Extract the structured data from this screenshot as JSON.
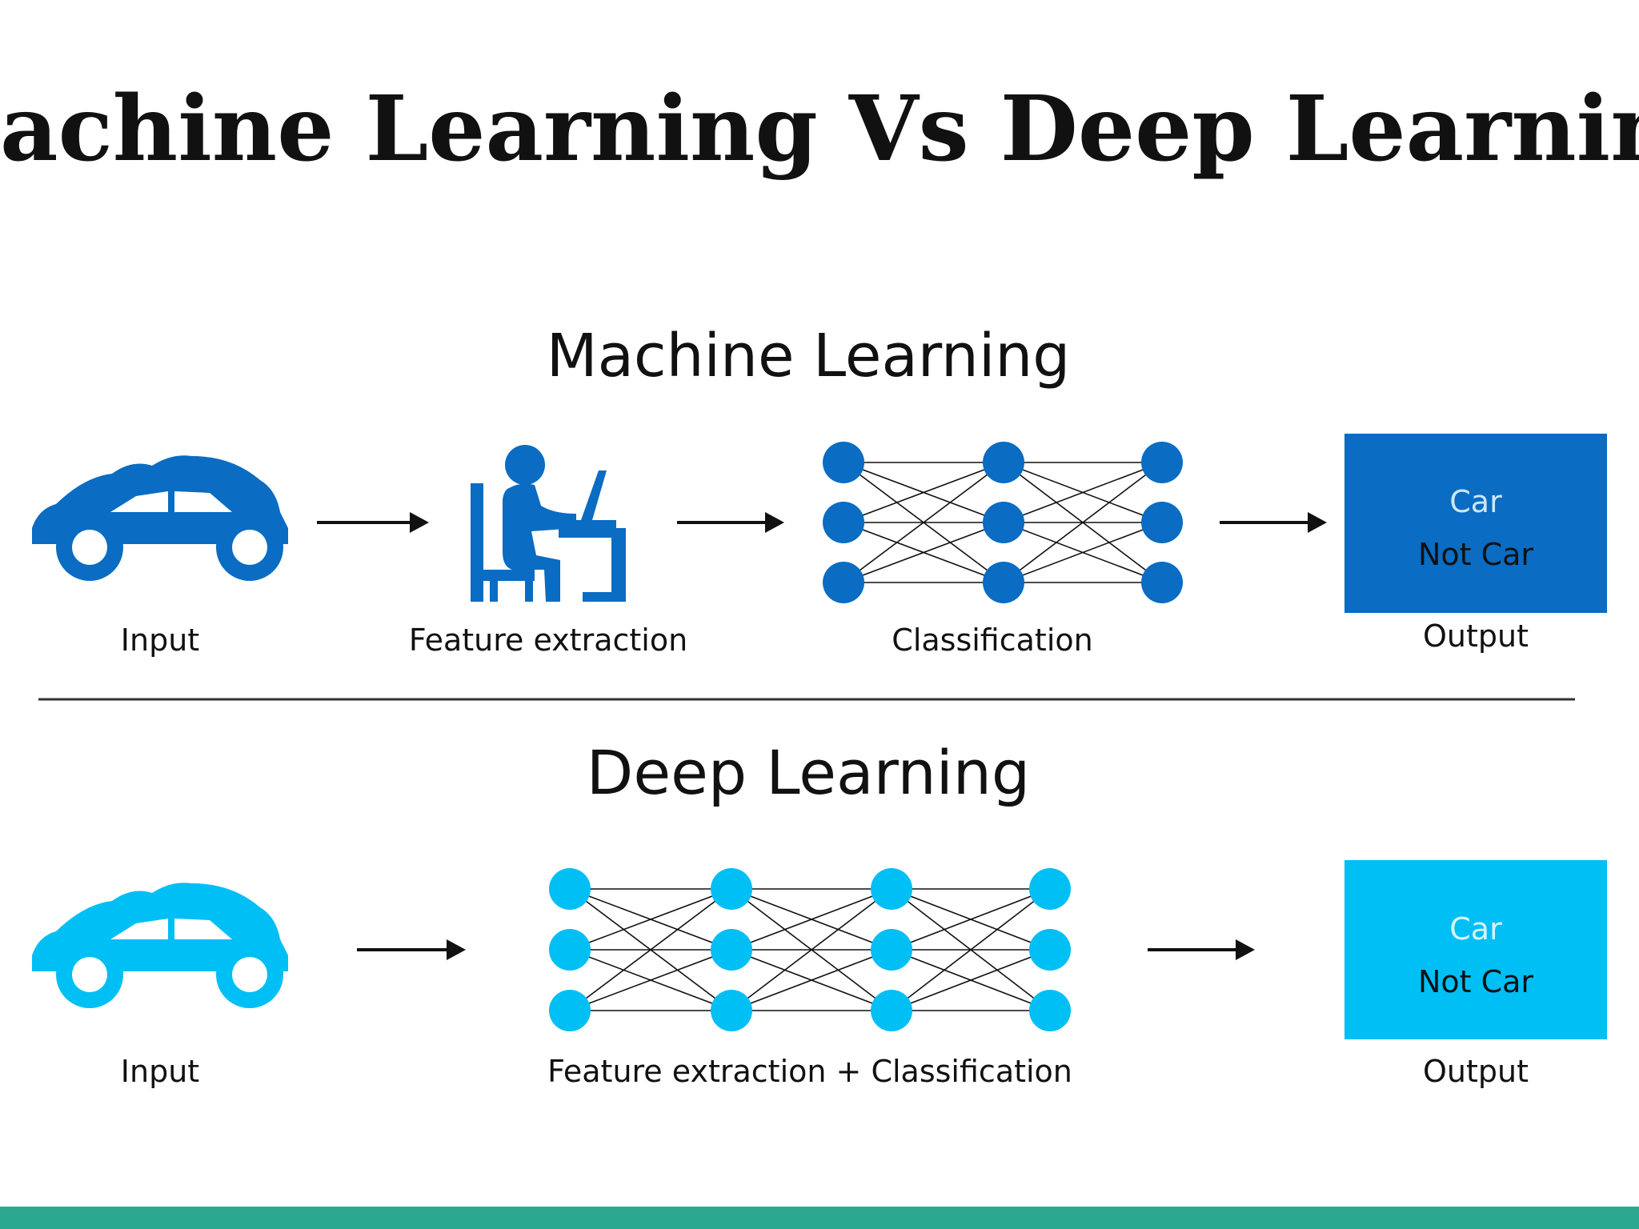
{
  "title": "Machine Learning Vs Deep Learning",
  "colors": {
    "ml_blue": "#0a6cc2",
    "dl_cyan": "#00bff5",
    "teal_bar": "#2aa890",
    "line": "#111111",
    "text": "#111111"
  },
  "machine_learning": {
    "heading": "Machine Learning",
    "input_label": "Input",
    "feature_label": "Feature extraction",
    "classification_label": "Classification",
    "output": {
      "option_1": "Car",
      "option_2": "Not Car",
      "label": "Output"
    },
    "network_layers": [
      3,
      3,
      3
    ]
  },
  "deep_learning": {
    "heading": "Deep Learning",
    "input_label": "Input",
    "combined_label": "Feature extraction + Classification",
    "output": {
      "option_1": "Car",
      "option_2": "Not Car",
      "label": "Output"
    },
    "network_layers": [
      3,
      3,
      3,
      3
    ]
  },
  "icons": {
    "car": "car-icon",
    "person_at_desk": "person-at-laptop-icon",
    "arrow": "arrow-right-icon"
  }
}
